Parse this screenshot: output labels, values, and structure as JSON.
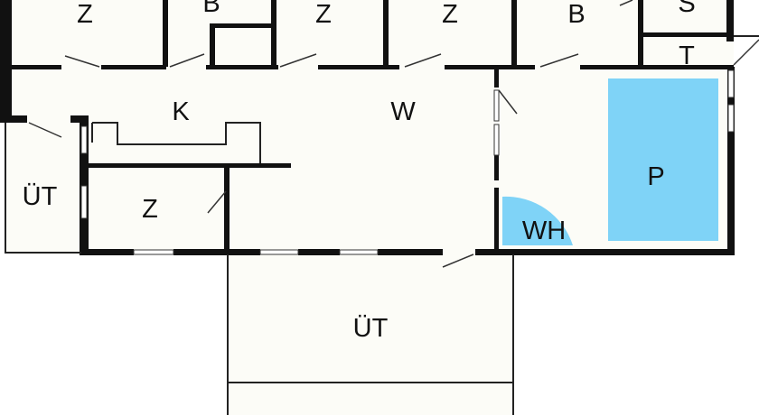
{
  "plan": {
    "pool_color": "#7fd3f7",
    "hot_tub_color": "#7fd3f7",
    "wall_color": "#111111",
    "background_color": "#fcfcf7",
    "rooms": {
      "bedroom_1": "Z",
      "bathroom_1": "B",
      "bedroom_2": "Z",
      "bedroom_3": "Z",
      "bathroom_2": "B",
      "sauna": "S",
      "toilet": "T",
      "kitchen": "K",
      "living": "W",
      "pool": "P",
      "terrace_left": "ÜT",
      "bedroom_4": "Z",
      "whirlpool": "WH",
      "terrace_bottom": "ÜT"
    }
  }
}
